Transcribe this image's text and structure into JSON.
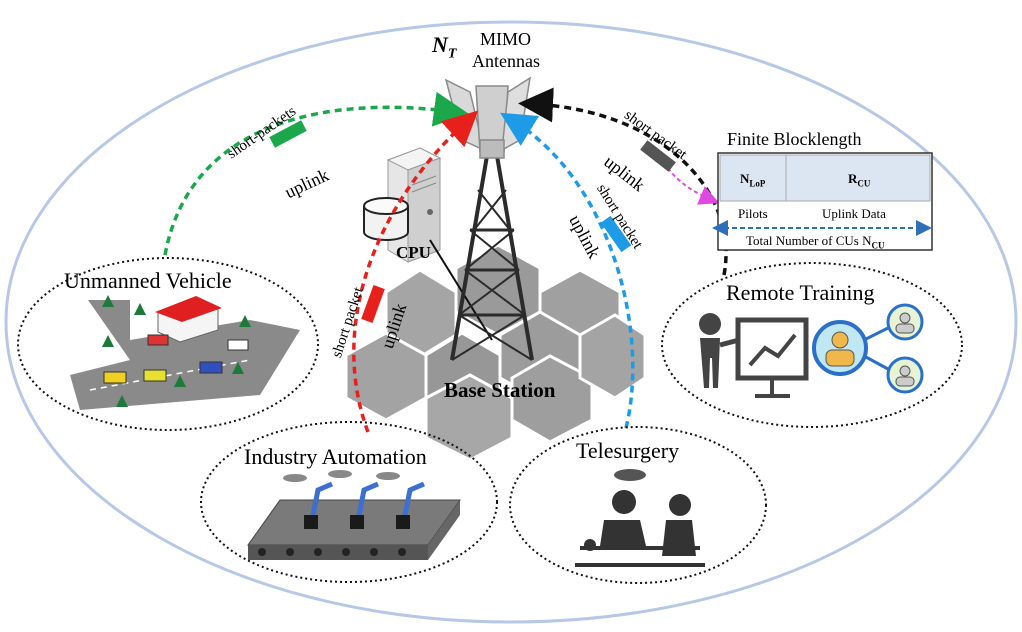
{
  "antenna": {
    "symbol": "N",
    "subscript": "T",
    "label_line1": "MIMO",
    "label_line2": "Antennas"
  },
  "cpu_label": "CPU",
  "base_station_label": "Base Station",
  "scenarios": {
    "unmanned_vehicle": "Unmanned Vehicle",
    "remote_training": "Remote Training",
    "industry_automation": "Industry Automation",
    "telesurgery": "Telesurgery"
  },
  "links": {
    "green": {
      "packet": "short-packets",
      "direction": "uplink",
      "color": "#1aa84a"
    },
    "red": {
      "packet": "short packet",
      "direction": "uplink",
      "color": "#e8201c"
    },
    "blue": {
      "packet": "short packet",
      "direction": "uplink",
      "color": "#1e9be6"
    },
    "black": {
      "packet": "short packet",
      "direction": "uplink",
      "color": "#111111"
    }
  },
  "blocklength": {
    "title": "Finite Blocklength",
    "cell1": "N",
    "cell1_sub": "LoP",
    "cell2": "R",
    "cell2_sub": "CU",
    "pilots": "Pilots",
    "uplink_data": "Uplink Data",
    "total": "Total Number of CUs N",
    "total_sub": "CU"
  },
  "colors": {
    "outer_ellipse": "#b7c8e6",
    "hex": "#9a9a9a",
    "table_fill": "#dbe6f2",
    "dash_blue": "#2e6fb8",
    "pink": "#e048e0"
  }
}
